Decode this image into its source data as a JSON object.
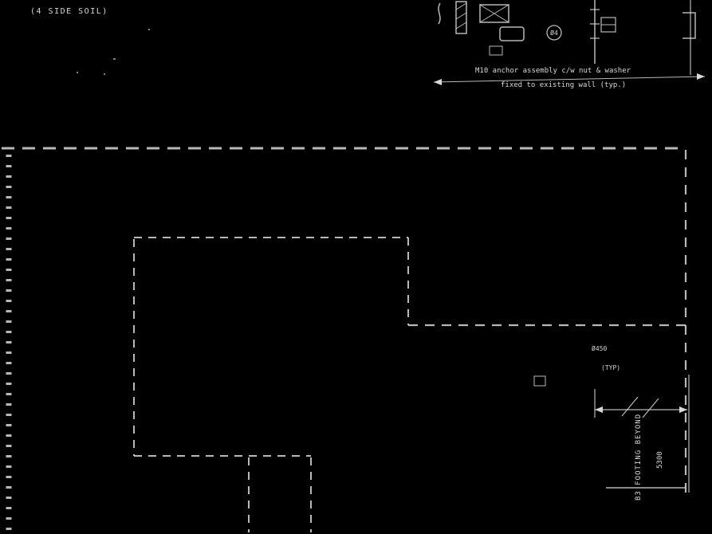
{
  "drawing": {
    "background": "#000000",
    "line_color": "#d8d8d8",
    "notes": {
      "top_left": "(4 SIDE SOIL)",
      "anchor_line1": "M10 anchor assembly c/w nut & washer",
      "anchor_line2": "fixed to existing wall (typ.)",
      "bubble": "Ø4",
      "pile_dia": "Ø450",
      "pile_typ": "(TYP)",
      "dim": "5300",
      "footing": "B3 FOOTING BEYOND"
    }
  }
}
